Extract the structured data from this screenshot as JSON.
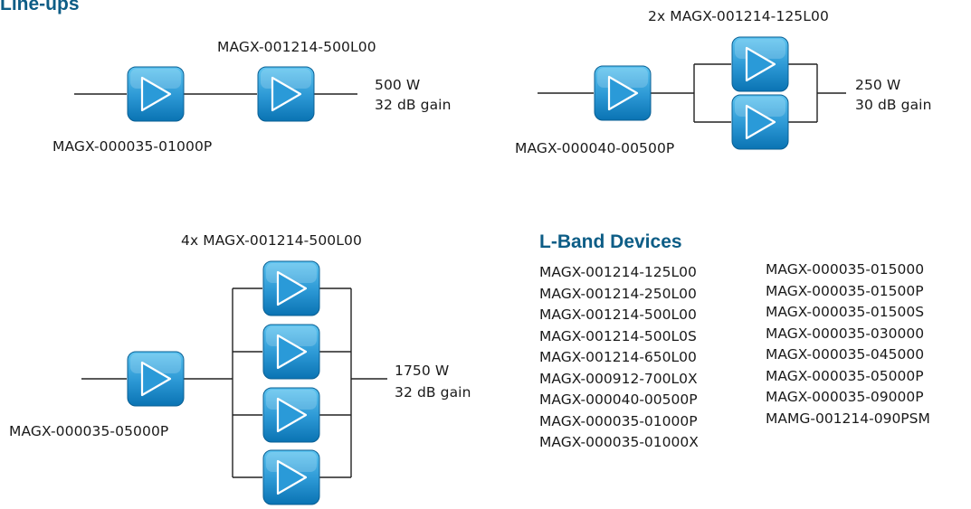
{
  "section_title": "Line-ups",
  "lineup1": {
    "stage2_label": "MAGX-001214-500L00",
    "driver_label": "MAGX-000035-01000P",
    "output_power": "500 W",
    "output_gain": "32 dB gain"
  },
  "lineup2": {
    "stage2_label": "2x MAGX-001214-125L00",
    "driver_label": "MAGX-000040-00500P",
    "output_power": "250 W",
    "output_gain": "30 dB gain"
  },
  "lineup3": {
    "stage2_label": "4x MAGX-001214-500L00",
    "driver_label": "MAGX-000035-05000P",
    "output_power": "1750 W",
    "output_gain": "32 dB gain"
  },
  "lband": {
    "title": "L-Band Devices",
    "col1": [
      "MAGX-001214-125L00",
      "MAGX-001214-250L00",
      "MAGX-001214-500L00",
      "MAGX-001214-500L0S",
      "MAGX-001214-650L00",
      "MAGX-000912-700L0X",
      "MAGX-000040-00500P",
      "MAGX-000035-01000P",
      "MAGX-000035-01000X"
    ],
    "col2": [
      "MAGX-000035-015000",
      "MAGX-000035-01500P",
      "MAGX-000035-01500S",
      "MAGX-000035-030000",
      "MAGX-000035-045000",
      "MAGX-000035-05000P",
      "MAGX-000035-09000P",
      "MAMG-001214-090PSM"
    ]
  },
  "colors": {
    "heading": "#0d5d86",
    "amp_light": "#5cc3ef",
    "amp_dark": "#0a73b3",
    "wire": "#222222"
  }
}
